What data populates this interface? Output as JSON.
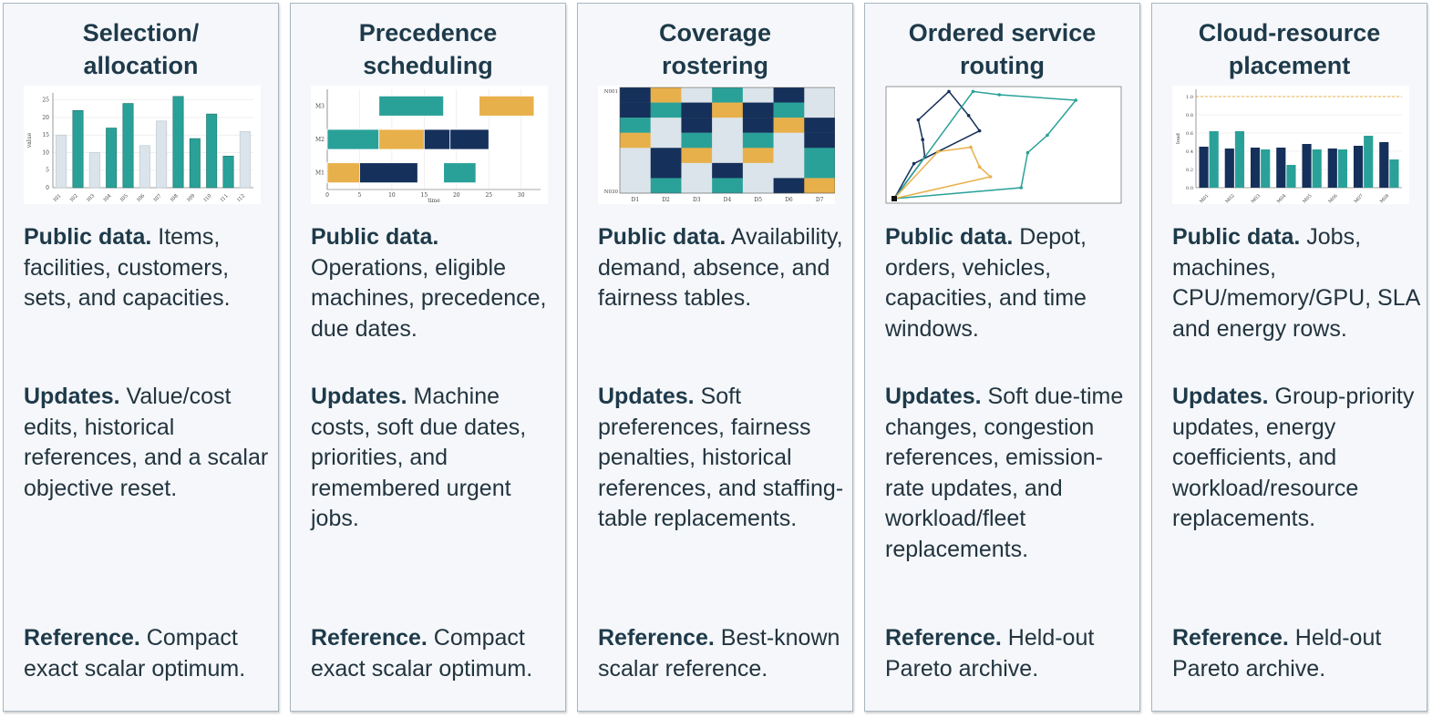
{
  "colors": {
    "teal": "#2aa198",
    "navy": "#15305a",
    "amber": "#e8b04b",
    "light": "#dbe4ea",
    "grid": "#e6e6e6"
  },
  "cards": [
    {
      "title": "Selection/\nallocation",
      "public_label": "Public data.",
      "public_text": " Items, facilities, customers, sets, and capacities.",
      "updates_label": "Updates.",
      "updates_text": " Value/cost edits, historical references, and a scalar objective reset.",
      "reference_label": "Reference.",
      "reference_text": " Compact exact scalar optimum."
    },
    {
      "title": "Precedence\nscheduling",
      "public_label": "Public data.",
      "public_text": " Operations, eligible machines, precedence, due dates.",
      "updates_label": "Updates.",
      "updates_text": " Machine costs, soft due dates, priorities, and remembered urgent jobs.",
      "reference_label": "Reference.",
      "reference_text": " Compact exact scalar optimum."
    },
    {
      "title": "Coverage\nrostering",
      "public_label": "Public data.",
      "public_text": " Availability, demand, absence, and fairness tables.",
      "updates_label": "Updates.",
      "updates_text": " Soft preferences, fairness penalties, historical references, and staffing-table replacements.",
      "reference_label": "Reference.",
      "reference_text": " Best-known scalar reference."
    },
    {
      "title": "Ordered service\nrouting",
      "public_label": "Public data.",
      "public_text": " Depot, orders, vehicles, capacities, and time windows.",
      "updates_label": "Updates.",
      "updates_text": " Soft due-time changes, congestion references, emission-rate updates, and workload/fleet replacements.",
      "reference_label": "Reference.",
      "reference_text": " Held-out Pareto archive."
    },
    {
      "title": "Cloud-resource\nplacement",
      "public_label": "Public data.",
      "public_text": " Jobs, machines, CPU/memory/GPU, SLA and energy rows.",
      "updates_label": "Updates.",
      "updates_text": " Group-priority updates, energy coefficients, and workload/resource replacements.",
      "reference_label": "Reference.",
      "reference_text": " Held-out Pareto archive."
    }
  ],
  "chart_data": [
    {
      "type": "bar",
      "categories": [
        "I01",
        "I02",
        "I03",
        "I04",
        "I05",
        "I06",
        "I07",
        "I08",
        "I09",
        "I10",
        "I11",
        "I12"
      ],
      "values": [
        15,
        22,
        10,
        17,
        24,
        12,
        19,
        26,
        14,
        21,
        9,
        16
      ],
      "selected": [
        false,
        true,
        false,
        true,
        true,
        false,
        false,
        true,
        true,
        true,
        true,
        false
      ],
      "ylabel": "value",
      "yticks": [
        0,
        5,
        10,
        15,
        20,
        25
      ],
      "ylim": [
        0,
        27
      ]
    },
    {
      "type": "gantt",
      "machines": [
        "M1",
        "M2",
        "M3"
      ],
      "xlabel": "time",
      "xticks": [
        0,
        5,
        10,
        15,
        20,
        25,
        30
      ],
      "xlim": [
        0,
        33
      ],
      "tasks": [
        {
          "machine": "M3",
          "start": 8,
          "end": 18,
          "color": "teal"
        },
        {
          "machine": "M3",
          "start": 23.5,
          "end": 32,
          "color": "amber"
        },
        {
          "machine": "M2",
          "start": 0,
          "end": 8,
          "color": "teal"
        },
        {
          "machine": "M2",
          "start": 8,
          "end": 15,
          "color": "amber"
        },
        {
          "machine": "M2",
          "start": 15,
          "end": 19,
          "color": "navy"
        },
        {
          "machine": "M2",
          "start": 19,
          "end": 25,
          "color": "navy"
        },
        {
          "machine": "M1",
          "start": 0,
          "end": 5,
          "color": "amber"
        },
        {
          "machine": "M1",
          "start": 5,
          "end": 14,
          "color": "navy"
        },
        {
          "machine": "M1",
          "start": 18,
          "end": 23,
          "color": "teal"
        }
      ]
    },
    {
      "type": "heatmap",
      "columns": [
        "D1",
        "D2",
        "D3",
        "D4",
        "D5",
        "D6",
        "D7"
      ],
      "row_labels": [
        "N001",
        "N030"
      ],
      "cells": [
        [
          "navy",
          "amber",
          "light",
          "teal",
          "light",
          "navy",
          "light"
        ],
        [
          "navy",
          "teal",
          "navy",
          "amber",
          "navy",
          "teal",
          "light"
        ],
        [
          "teal",
          "light",
          "navy",
          "light",
          "navy",
          "amber",
          "navy"
        ],
        [
          "amber",
          "light",
          "teal",
          "light",
          "teal",
          "light",
          "navy"
        ],
        [
          "light",
          "navy",
          "amber",
          "light",
          "amber",
          "light",
          "teal"
        ],
        [
          "light",
          "navy",
          "light",
          "navy",
          "light",
          "light",
          "teal"
        ],
        [
          "light",
          "teal",
          "light",
          "teal",
          "light",
          "navy",
          "amber"
        ]
      ]
    },
    {
      "type": "scatter",
      "depot": [
        0,
        0
      ],
      "routes": [
        {
          "color": "navy",
          "points": [
            [
              0,
              0
            ],
            [
              14,
              38
            ],
            [
              13,
              54
            ],
            [
              11,
              72
            ],
            [
              25,
              98
            ],
            [
              34,
              76
            ],
            [
              39,
              62
            ],
            [
              9,
              32
            ],
            [
              0,
              0
            ]
          ]
        },
        {
          "color": "teal",
          "points": [
            [
              0,
              0
            ],
            [
              36,
              98
            ],
            [
              48,
              95
            ],
            [
              83,
              90
            ],
            [
              70,
              58
            ],
            [
              61,
              42
            ],
            [
              58,
              10
            ],
            [
              0,
              0
            ]
          ]
        },
        {
          "color": "amber",
          "points": [
            [
              0,
              0
            ],
            [
              20,
              43
            ],
            [
              35,
              47
            ],
            [
              39,
              29
            ],
            [
              44,
              20
            ],
            [
              0,
              0
            ]
          ]
        }
      ]
    },
    {
      "type": "bar",
      "categories": [
        "M01",
        "M02",
        "M03",
        "M04",
        "M05",
        "M06",
        "M07",
        "M08"
      ],
      "series": [
        {
          "color": "navy",
          "values": [
            0.45,
            0.43,
            0.44,
            0.44,
            0.48,
            0.43,
            0.46,
            0.5
          ]
        },
        {
          "color": "teal",
          "values": [
            0.62,
            0.62,
            0.42,
            0.25,
            0.42,
            0.42,
            0.57,
            0.31
          ]
        }
      ],
      "reference_line": 1.0,
      "ylabel": "load",
      "yticks": [
        "0.0",
        "0.2",
        "0.4",
        "0.6",
        "0.8",
        "1.0"
      ],
      "ylim": [
        0,
        1.08
      ]
    }
  ]
}
